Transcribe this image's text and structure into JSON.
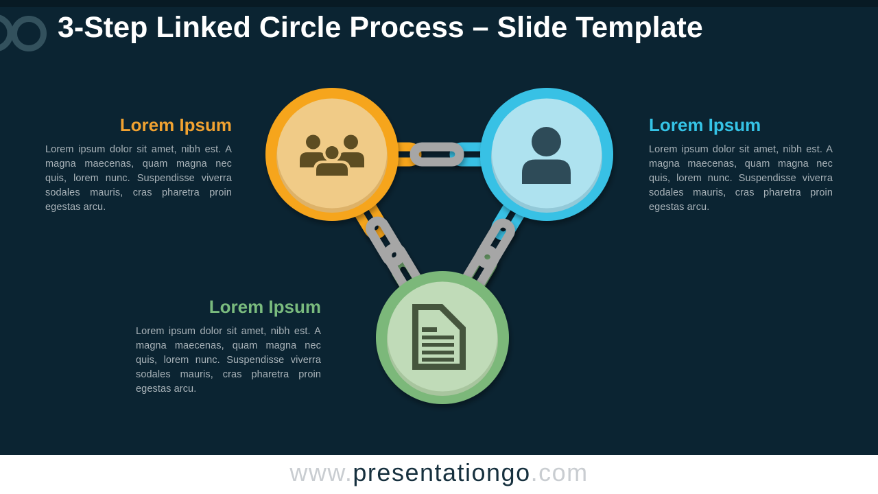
{
  "slide": {
    "title": "3-Step Linked Circle Process – Slide Template",
    "background_color": "#0B2432",
    "title_color": "#FFFFFF"
  },
  "logo": {
    "name": "presentationgo-partial-chain-logo",
    "color": "#3A5965"
  },
  "steps": [
    {
      "heading": "Lorem Ipsum",
      "body": "Lorem ipsum dolor sit amet, nibh est. A magna maecenas, quam magna nec quis, lorem nunc. Suspendisse viverra sodales mauris, cras pharetra proin egestas arcu.",
      "heading_color": "#F1A231",
      "circle_ring_color": "#F6A51E",
      "circle_fill_color": "#F0CB87",
      "circle_fill_shade": "#DDB269",
      "icon": "users-group-icon",
      "icon_color": "#5D4D21"
    },
    {
      "heading": "Lorem Ipsum",
      "body": "Lorem ipsum dolor sit amet, nibh est. A magna maecenas, quam magna nec quis, lorem nunc. Suspendisse viverra sodales mauris, cras pharetra proin egestas arcu.",
      "heading_color": "#35C3E6",
      "circle_ring_color": "#38C1E5",
      "circle_fill_color": "#AEE2EF",
      "circle_fill_shade": "#93C9D8",
      "icon": "user-icon",
      "icon_color": "#2E4C59"
    },
    {
      "heading": "Lorem Ipsum",
      "body": "Lorem ipsum dolor sit amet, nibh est. A magna maecenas, quam magna nec quis, lorem nunc. Suspendisse viverra sodales mauris, cras pharetra proin egestas arcu.",
      "heading_color": "#7ABB7E",
      "circle_ring_color": "#7CB87A",
      "circle_fill_color": "#C0DBB8",
      "circle_fill_shade": "#A8C59E",
      "icon": "document-icon",
      "icon_color": "#44543E"
    }
  ],
  "chain": {
    "link_color": "#A6A6A6"
  },
  "footer": {
    "prefix": "www.",
    "brand": "presentationgo",
    "suffix": ".com",
    "bar_color": "#FFFFFF",
    "dim_color": "#C9CDD1",
    "brand_color": "#16303E"
  }
}
